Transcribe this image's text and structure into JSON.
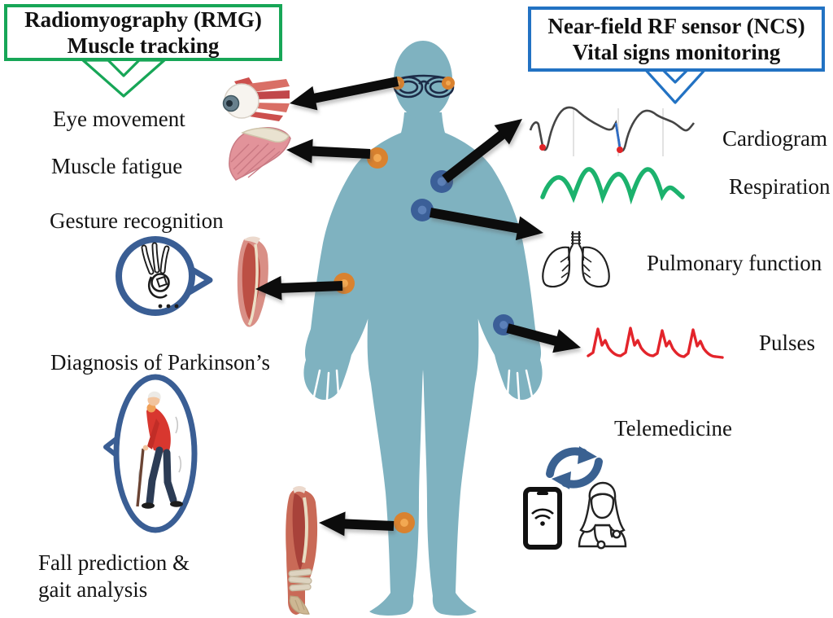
{
  "title_boxes": {
    "left": {
      "line1": "Radiomyography (RMG)",
      "line2": "Muscle tracking",
      "border_color": "#17a657"
    },
    "right": {
      "line1": "Near-field RF sensor (NCS)",
      "line2": "Vital signs monitoring",
      "border_color": "#2272c3"
    }
  },
  "left_applications": {
    "eye_movement": "Eye movement",
    "muscle_fatigue": "Muscle fatigue",
    "gesture_recognition": "Gesture recognition",
    "parkinsons": "Diagnosis of Parkinson’s",
    "fall_prediction_line1": "Fall prediction &",
    "fall_prediction_line2": "gait analysis"
  },
  "right_applications": {
    "cardiogram": "Cardiogram",
    "respiration": "Respiration",
    "pulmonary_function": "Pulmonary function",
    "pulses": "Pulses",
    "telemedicine": "Telemedicine"
  },
  "colors": {
    "body_silhouette": "#7fb2c0",
    "sensor_orange": "#d9822f",
    "sensor_orange_center": "#f2a852",
    "sensor_blue": "#3b5f98",
    "sensor_blue_center": "#5c80b8",
    "rmg_green": "#17a657",
    "ncs_blue": "#2272c3",
    "bubble_blue": "#3a5e94",
    "cardiogram_line": "#454545",
    "cardiogram_marker_red": "#e02428",
    "respiration_line": "#1cb26d",
    "pulse_line": "#e3242b",
    "arrow_black": "#0c0c0c"
  },
  "icons": {
    "eye-anatomy-icon": "eyeball with extraocular muscles",
    "shoulder-muscle-icon": "shoulder muscle anatomy",
    "ok-hand-bubble-icon": "OK hand gesture inside speech bubble",
    "forearm-muscle-icon": "forearm muscle anatomy",
    "parkinsons-figure-icon": "elderly man with cane inside speech bubble",
    "calf-muscle-icon": "calf muscle anatomy",
    "body-silhouette": "human body wearing sensor glasses",
    "cardiogram-waveform-icon": "cardiogram trace with beat markers",
    "respiration-waveform-icon": "breathing waveform",
    "lungs-icon": "lungs line drawing",
    "pulse-waveform-icon": "arterial pulse waveform",
    "sync-arrows-icon": "circular data-exchange arrows",
    "smartphone-wifi-icon": "smartphone with wifi symbol",
    "doctor-icon": "clinician with stethoscope"
  }
}
